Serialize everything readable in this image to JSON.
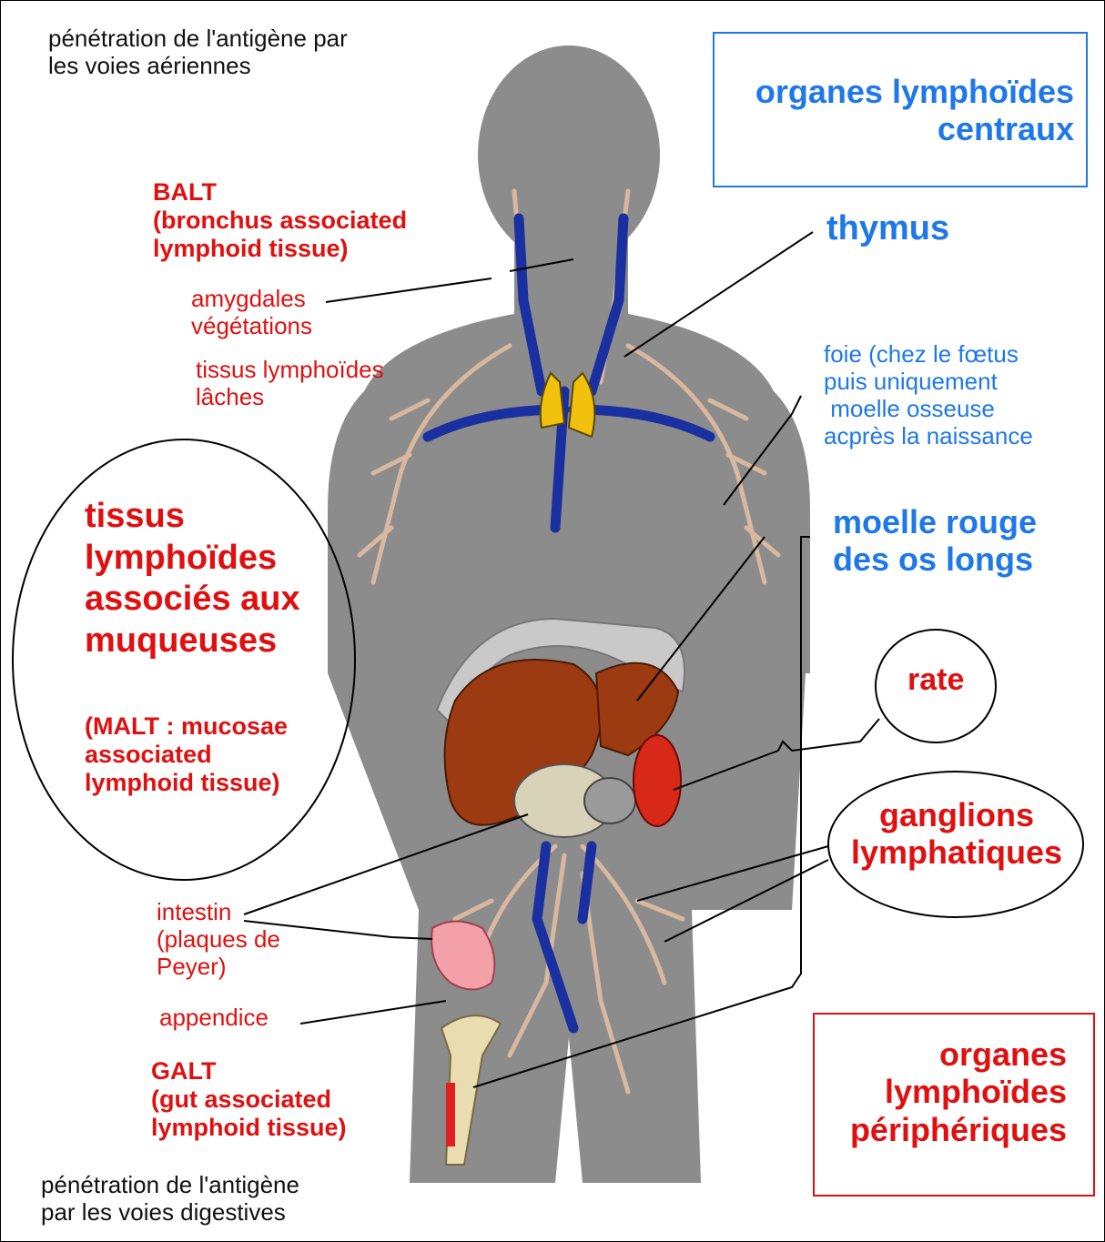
{
  "labels": {
    "air_entry": "pénétration de l'antigène par\nles voies aériennes",
    "digestive_entry": "pénétration de l'antigène\npar les voies digestives",
    "balt": "BALT\n(bronchus associated\nlymphoid tissue)",
    "amygdales": "amygdales\nvégétations",
    "tissus_laches": "tissus lymphoïdes\nlâches",
    "malt_title": "tissus\nlymphoïdes\nassociés aux\nmuqueuses",
    "malt_sub": "(MALT : mucosae\nassociated\nlymphoid tissue)",
    "intestin": "intestin\n(plaques de\nPeyer)",
    "appendice": "appendice",
    "galt": "GALT\n(gut associated\nlymphoid tissue)",
    "central_box": "organes lymphoïdes\ncentraux",
    "thymus": "thymus",
    "foie": "foie (chez le fœtus\npuis uniquement\n moelle osseuse\nacprès la naissance",
    "moelle": "moelle rouge\ndes os longs",
    "rate": "rate",
    "ganglions": "ganglions\nlymphatiques",
    "peripheral_box": "organes\nlymphoïdes\npériphériques"
  },
  "colors": {
    "red": "#e01010",
    "blue": "#1e78e8",
    "body": "#8c8c8c",
    "thymus": "#f2c10e",
    "liver": "#9c3b12",
    "spleen": "#d82818",
    "vessel": "#1a2fa0"
  }
}
